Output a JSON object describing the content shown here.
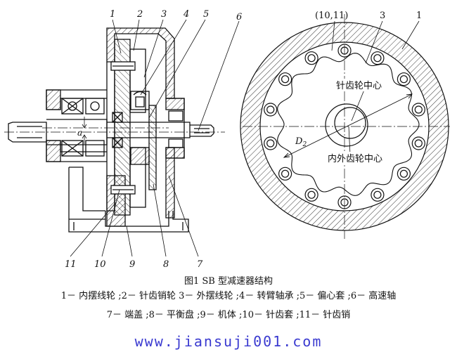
{
  "left_view": {
    "callouts": [
      {
        "label": "1",
        "name": "callout-1"
      },
      {
        "label": "2",
        "name": "callout-2"
      },
      {
        "label": "3",
        "name": "callout-3"
      },
      {
        "label": "4",
        "name": "callout-4"
      },
      {
        "label": "5",
        "name": "callout-5"
      },
      {
        "label": "6",
        "name": "callout-6"
      },
      {
        "label": "7",
        "name": "callout-7"
      },
      {
        "label": "8",
        "name": "callout-8"
      },
      {
        "label": "9",
        "name": "callout-9"
      },
      {
        "label": "10",
        "name": "callout-10"
      },
      {
        "label": "11",
        "name": "callout-11"
      }
    ],
    "offset_label": "a"
  },
  "right_view": {
    "callout_pin": "(10,11)",
    "callout_3": "3",
    "callout_1": "1",
    "pin_center_label": "针齿轮中心",
    "gear_center_label": "内外齿轮中心",
    "diameter_label": "D",
    "diameter_sub": "2"
  },
  "caption": {
    "title": "图1   SB 型减速器结构",
    "legend_line_1": "1－ 内摆线轮 ;2－ 针齿销轮 3－ 外摆线轮 ;4－ 转臂轴承 ;5－ 偏心套 ;6－ 高速轴",
    "legend_line_2": "7－ 端盖 ;8－ 平衡盘 ;9－ 机体 ;10－ 针齿套 ;11－ 针齿销"
  },
  "watermark": "www.jiansuji001.com"
}
